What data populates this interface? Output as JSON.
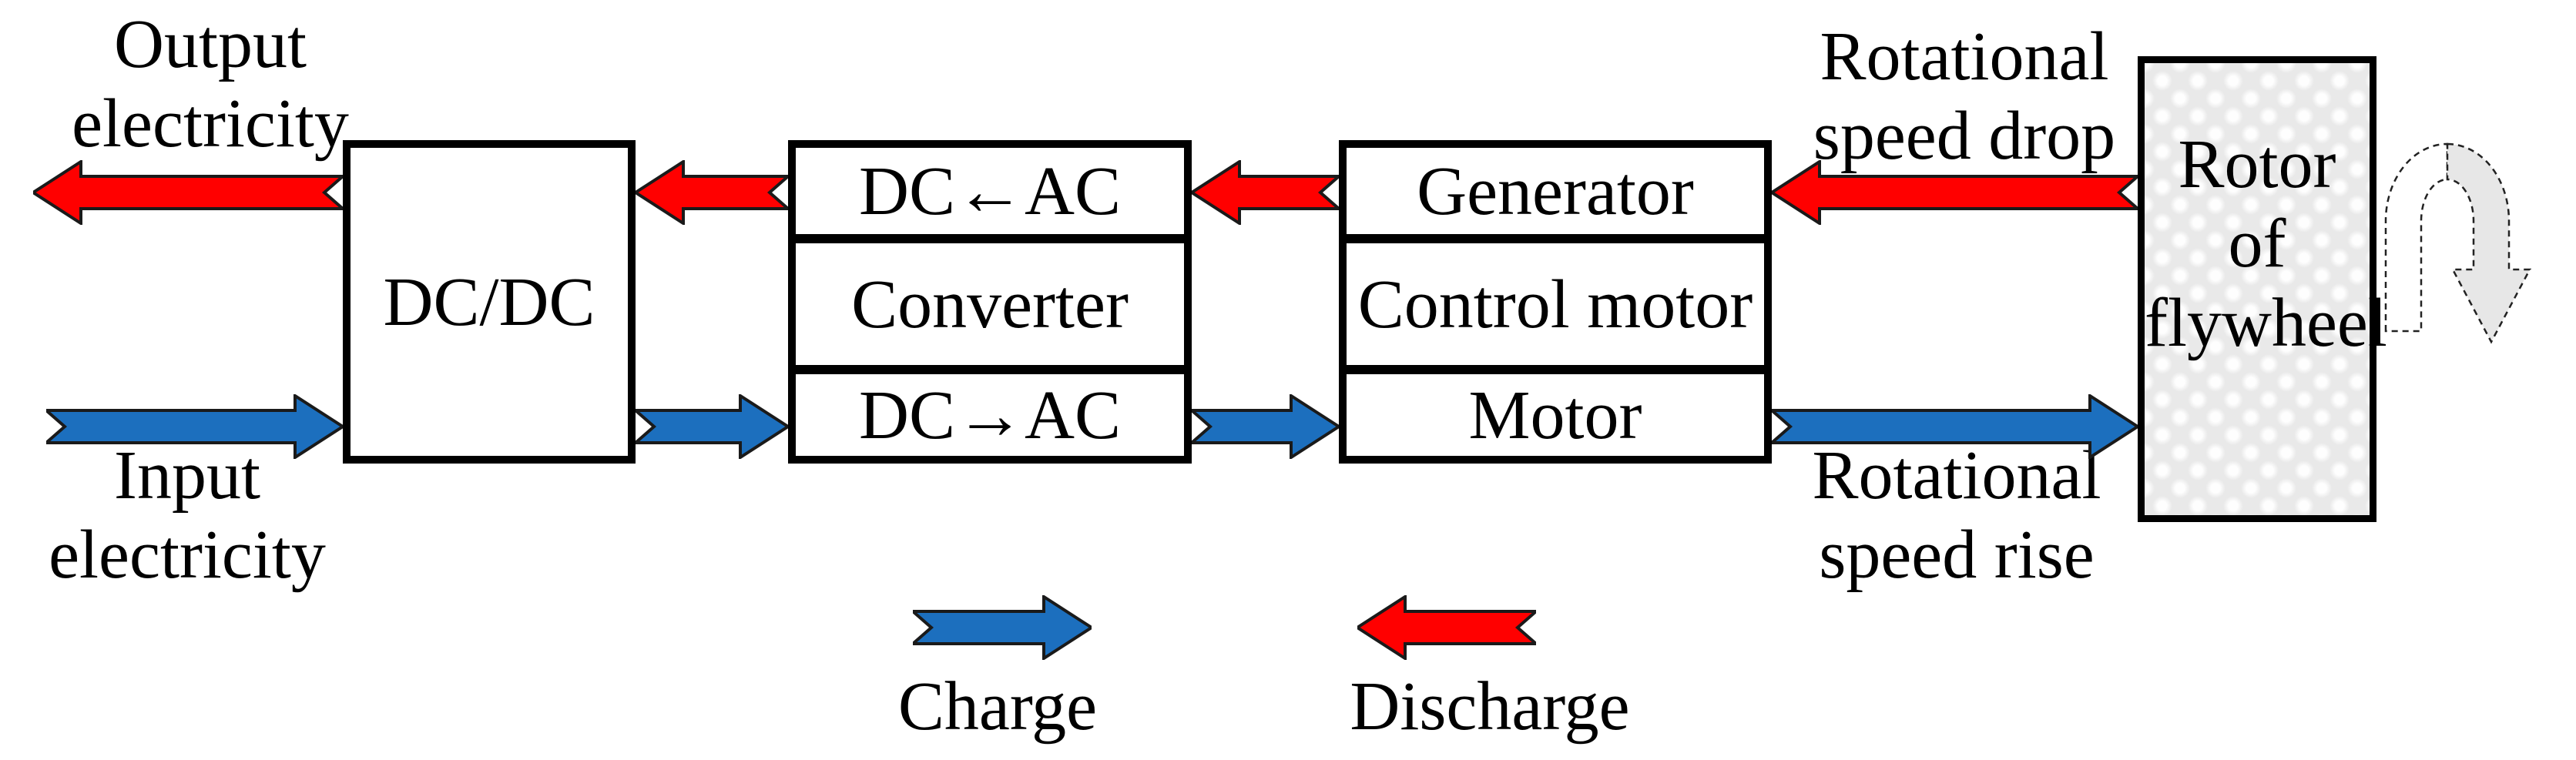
{
  "labels": {
    "output": {
      "line1": "Output",
      "line2": "electricity"
    },
    "input": {
      "line1": "Input",
      "line2": "electricity"
    },
    "speed_drop": {
      "line1": "Rotational",
      "line2": "speed drop"
    },
    "speed_rise": {
      "line1": "Rotational",
      "line2": "speed rise"
    }
  },
  "boxes": {
    "dcdc": {
      "label": "DC/DC"
    },
    "converter": {
      "row1": "DC←AC",
      "row2": "Converter",
      "row3": "DC→AC"
    },
    "machine": {
      "row1": "Generator",
      "row2": "Control motor",
      "row3": "Motor"
    },
    "flywheel": {
      "line1": "Rotor of",
      "line2": "flywheel"
    }
  },
  "legend": {
    "charge": "Charge",
    "discharge": "Discharge"
  },
  "colors": {
    "charge_blue": "#1C6FBE",
    "discharge_red": "#FF0000",
    "outline": "#1A1A1A",
    "box_border": "#000000",
    "flywheel_fill": "#E9E9E9",
    "rotation_arrow_fill": "#E7E7E7"
  }
}
